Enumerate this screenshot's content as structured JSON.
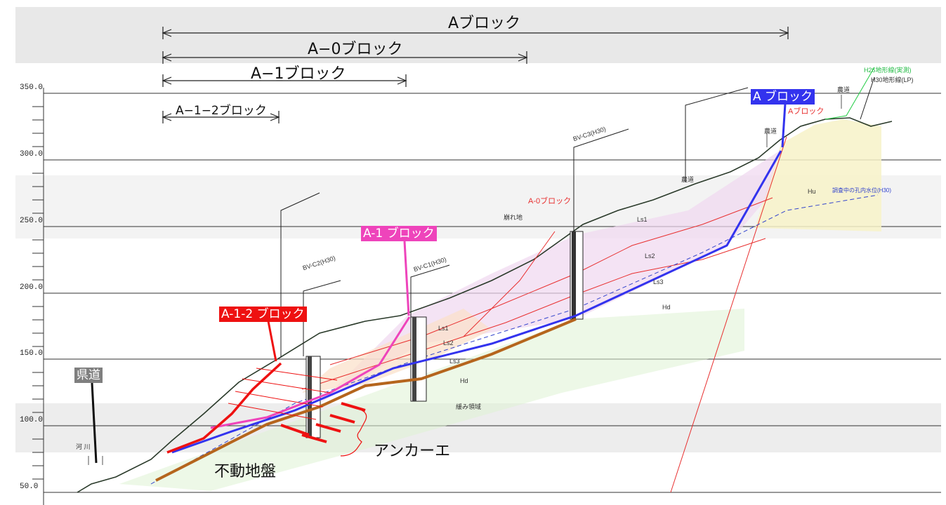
{
  "header": {
    "block_a": "Aブロック",
    "block_a0": "A−0ブロック",
    "block_a1": "A−1ブロック",
    "block_a12": "A−1−2ブロック"
  },
  "elevations": [
    "350.0",
    "300.0",
    "250.0",
    "200.0",
    "150.0",
    "100.0",
    "50.0"
  ],
  "tags": {
    "a_block": "A ブロック",
    "a1_block": "A-1 ブロック",
    "a12_block": "A-1-2 ブロック",
    "prefectural_road": "県道"
  },
  "labels": {
    "anchor_work": "アンカーエ",
    "stable_ground": "不動地盤",
    "a0_red": "A-0ブロック",
    "a_red": "Aブロック",
    "ls1_upper": "Ls1",
    "ls2_upper": "Ls2",
    "ls3_upper": "Ls3",
    "ls1_lower": "Ls1",
    "ls2_lower": "Ls2",
    "ls3_lower": "Ls3",
    "hd_mid": "Hd",
    "hd_lower": "Hd",
    "hu": "Hu",
    "loose_zone": "緩み領域",
    "boring_c3": "BV-C3(H30)",
    "boring_c2": "BV-C2(H30)",
    "boring_c1": "BV-C1(H30)",
    "farm_road_1": "農道",
    "farm_road_2": "農道",
    "farm_road_3": "農道",
    "river": "河 川",
    "h26_line": "H26地形線(実測)",
    "h30_line": "H30地形線(LP)",
    "groundwater": "調査中の孔内水位(H30)",
    "collapse": "崩れ地"
  },
  "colors": {
    "a_block": "#3333ee",
    "a1_block": "#ee44bb",
    "a12_block": "#ee1111",
    "road_tag": "#7f7f7f",
    "stable": "#b5651d",
    "slip_red": "#e83030"
  }
}
